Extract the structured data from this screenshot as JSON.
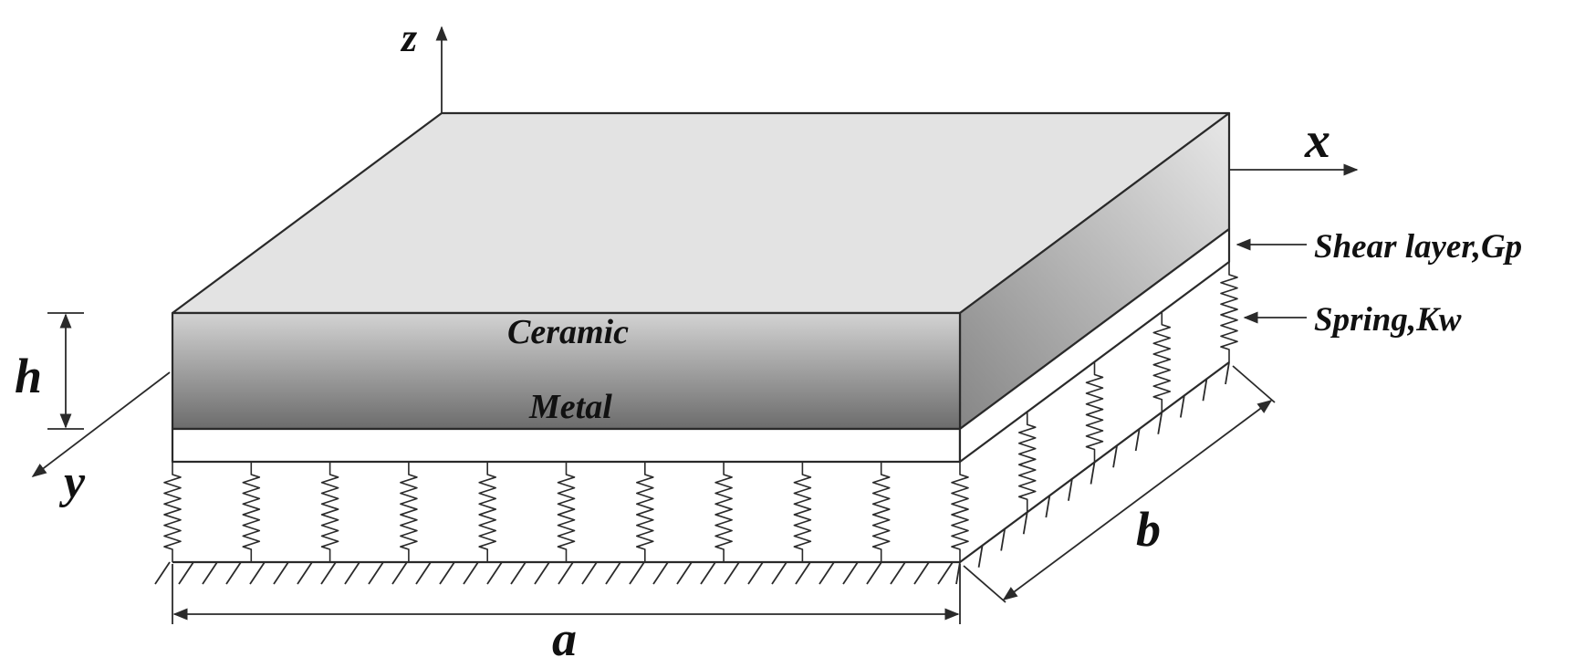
{
  "diagram": {
    "axes": {
      "z": "z",
      "x": "x",
      "y": "y"
    },
    "layers": {
      "top": "Ceramic",
      "bottom": "Metal"
    },
    "dimensions": {
      "thickness": "h",
      "length": "a",
      "width": "b"
    },
    "foundation": {
      "shear_layer": "Shear layer,Gp",
      "spring": "Spring,Kw"
    },
    "colors": {
      "top_face": "#e3e3e3",
      "front_light": "#cdcdcd",
      "front_dark": "#6f6f6f",
      "side_light": "#e6e6e6",
      "side_dark": "#8a8a8a",
      "line": "#2a2a2a"
    }
  }
}
